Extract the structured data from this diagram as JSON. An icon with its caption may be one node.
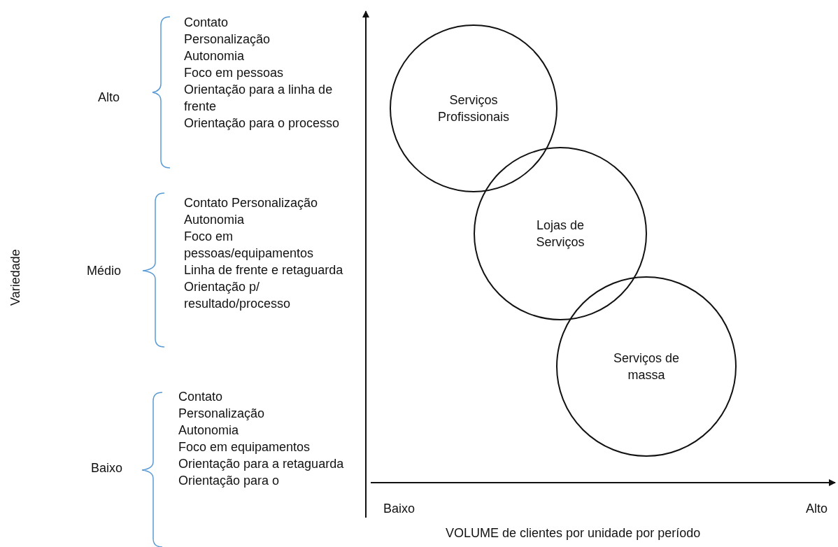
{
  "diagram": {
    "nodes": [
      {
        "text": [
          "Serviços Profissionais"
        ]
      },
      {
        "text": [
          "Lojas de Serviços"
        ]
      },
      {
        "text": [
          "Serviços de massa"
        ]
      }
    ],
    "labels": [
      "Variedade",
      "Alto",
      "Contato",
      "Personalização",
      "Autonomia",
      "Foco em pessoas",
      "Orientação para a linha de frente",
      "Orientação para o processo",
      "Médio",
      "Contato Personalização",
      "Autonomia",
      "Foco em pessoas/equipamentos",
      "Linha de frente e retaguarda",
      "Orientação p/ resultado/processo",
      "Baixo",
      "Contato",
      "Personalização",
      "Autonomia",
      "Foco em equipamentos",
      "Orientação para a retaguarda",
      "Orientação para o",
      "Baixo",
      "Alto",
      "VOLUME de clientes por unidade por período"
    ]
  }
}
